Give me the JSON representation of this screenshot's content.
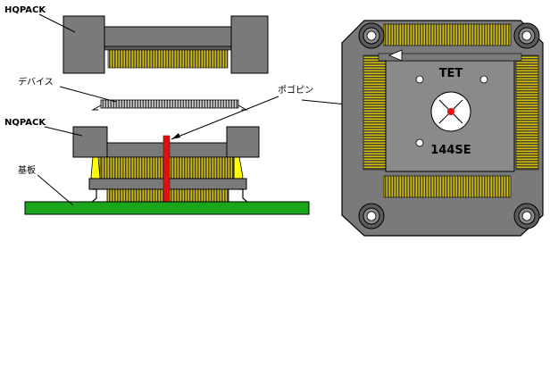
{
  "labels": {
    "hqpack": "HQPACK",
    "device": "デバイス",
    "nqpack": "NQPACK",
    "board": "基板",
    "pogo_pin": "ポゴピン"
  },
  "package": {
    "line1": "TET",
    "line2": "144SE"
  },
  "colors": {
    "body": "#7a7a7a",
    "body_dark": "#595959",
    "pin_gold": "#c9b400",
    "pin_yellow": "#ffff00",
    "board": "#1aa51a",
    "pogo": "#e01010",
    "device": "#9a9a9a"
  },
  "icons": {
    "pogo_tip": "crossed-circle-icon",
    "pin1_marker": "triangle-marker-icon"
  }
}
